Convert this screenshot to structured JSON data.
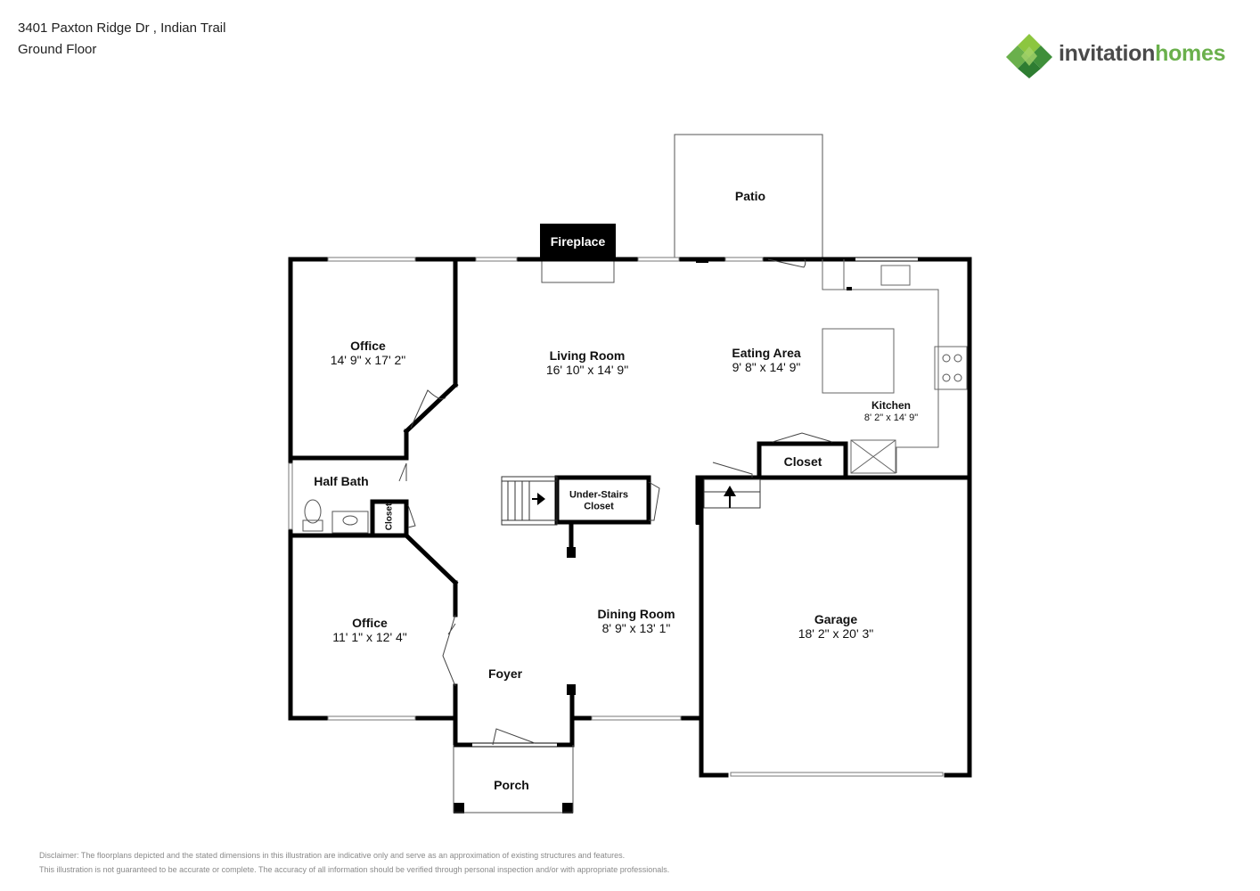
{
  "header": {
    "address": "3401 Paxton Ridge Dr , Indian Trail",
    "floor": "Ground Floor"
  },
  "brand": {
    "name_part1": "invitation",
    "name_part2": "homes",
    "color_primary": "#6ab04c",
    "color_text": "#4a4a4a"
  },
  "rooms": {
    "office_top": {
      "name": "Office",
      "dims": "14' 9\" x 17' 2\""
    },
    "living_room": {
      "name": "Living Room",
      "dims": "16' 10\" x 14' 9\""
    },
    "eating_area": {
      "name": "Eating Area",
      "dims": "9' 8\" x 14' 9\""
    },
    "kitchen": {
      "name": "Kitchen",
      "dims": "8' 2\" x 14' 9\""
    },
    "patio": {
      "name": "Patio"
    },
    "fireplace": {
      "name": "Fireplace"
    },
    "half_bath": {
      "name": "Half Bath"
    },
    "closet_small": {
      "name": "Closet"
    },
    "under_stairs_closet": {
      "name_line1": "Under-Stairs",
      "name_line2": "Closet"
    },
    "closet_kitchen": {
      "name": "Closet"
    },
    "office_bottom": {
      "name": "Office",
      "dims": "11' 1\" x 12' 4\""
    },
    "dining_room": {
      "name": "Dining Room",
      "dims": "8' 9\" x 13' 1\""
    },
    "foyer": {
      "name": "Foyer"
    },
    "garage": {
      "name": "Garage",
      "dims": "18' 2\" x 20' 3\""
    },
    "porch": {
      "name": "Porch"
    }
  },
  "disclaimer": {
    "line1": "Disclaimer: The floorplans depicted and the stated dimensions in this illustration are indicative only and serve as an approximation of existing structures and features.",
    "line2": "This illustration is not guaranteed to be accurate or complete. The accuracy of all information should be verified through personal inspection and/or with appropriate professionals."
  }
}
